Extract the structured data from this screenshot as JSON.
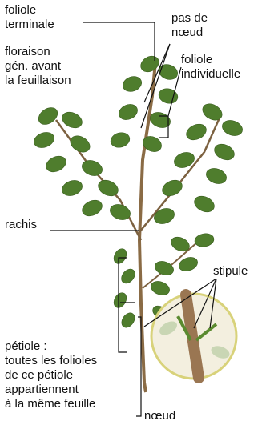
{
  "labels": {
    "foliole_terminale": [
      "foliole",
      "terminale"
    ],
    "floraison": [
      "floraison",
      "gén. avant",
      "la feuillaison"
    ],
    "pas_de_noeud": [
      "pas de",
      "nœud"
    ],
    "foliole_individuelle": [
      "foliole",
      "individuelle"
    ],
    "rachis": "rachis",
    "stipule": "stipule",
    "petiole": [
      "pétiole :",
      "toutes les folioles",
      "de ce pétiole",
      "appartiennent",
      "à la même feuille"
    ],
    "noeud": "nœud"
  },
  "colors": {
    "leaf": "#4f7d2d",
    "leaf_light": "#6f9a42",
    "stem": "#8a6b45",
    "callout_ring": "#d8d27a",
    "line": "#111111"
  }
}
